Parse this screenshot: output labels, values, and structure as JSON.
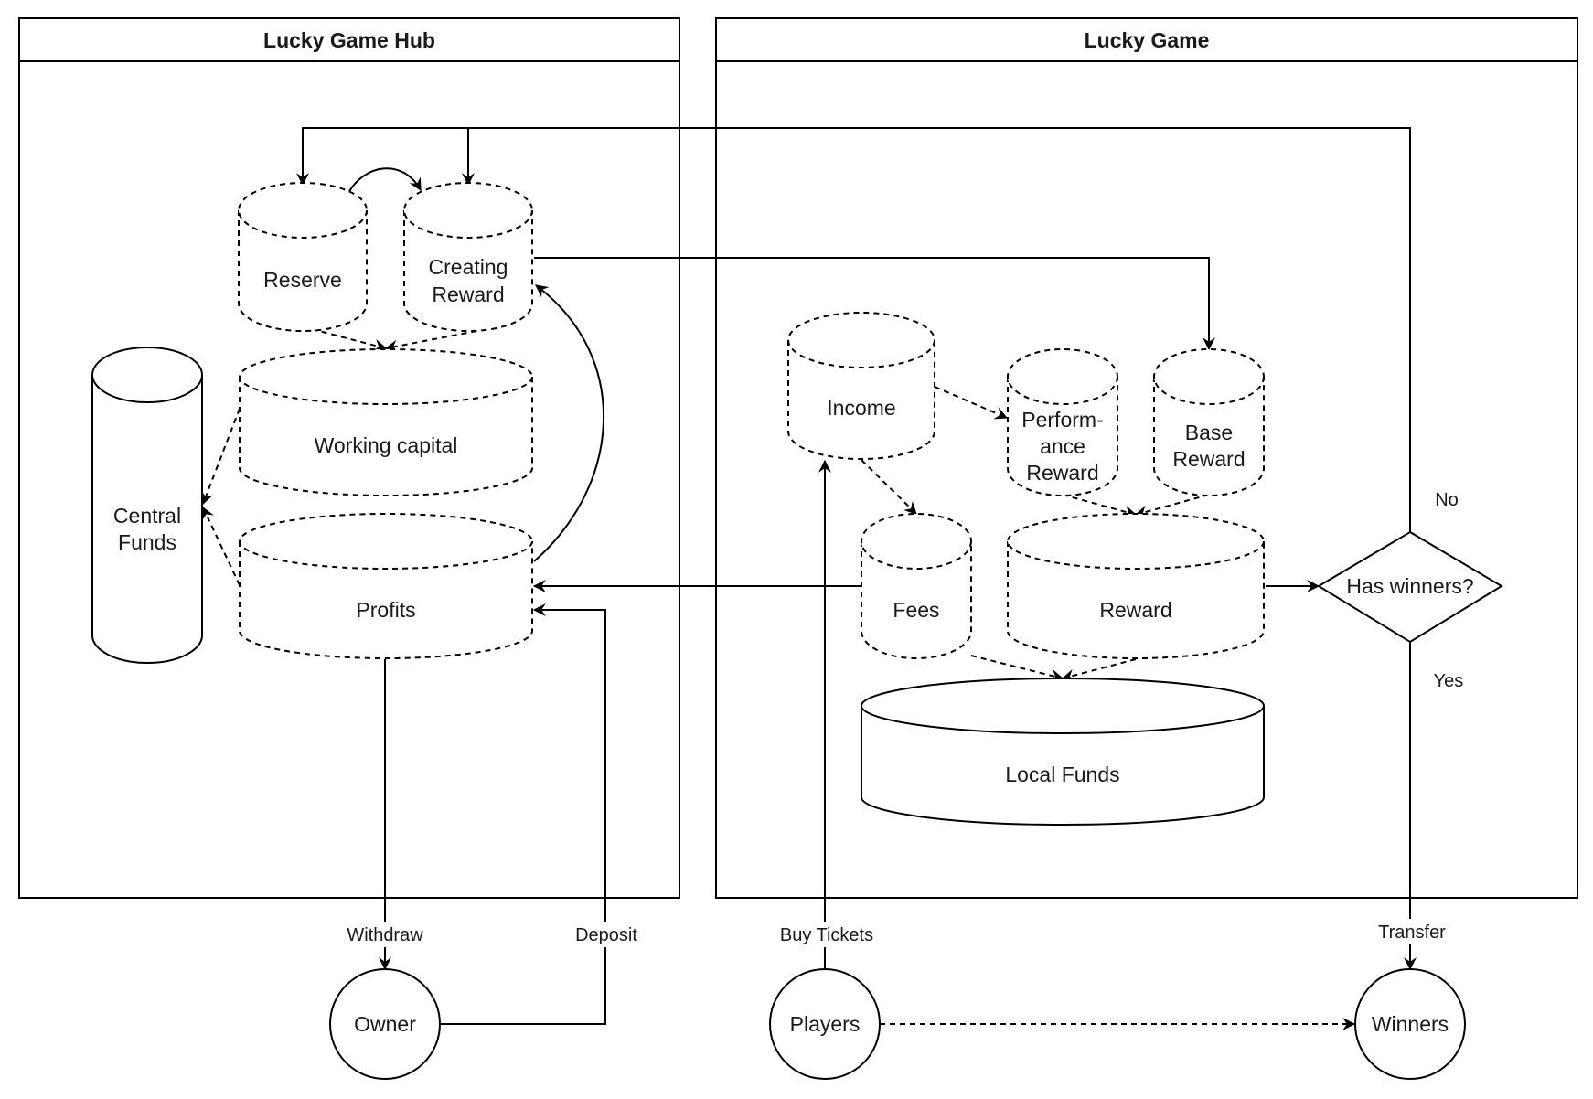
{
  "pools": {
    "hub": {
      "title": "Lucky Game Hub"
    },
    "game": {
      "title": "Lucky Game"
    }
  },
  "nodes": {
    "reserve": {
      "label": "Reserve"
    },
    "creating_reward": {
      "label": [
        "Creating",
        "Reward"
      ]
    },
    "working_capital": {
      "label": "Working capital"
    },
    "central_funds": {
      "label": [
        "Central",
        "Funds"
      ]
    },
    "profits": {
      "label": "Profits"
    },
    "income": {
      "label": "Income"
    },
    "performance_reward": {
      "label": [
        "Perform-",
        "ance",
        "Reward"
      ]
    },
    "base_reward": {
      "label": [
        "Base",
        "Reward"
      ]
    },
    "fees": {
      "label": "Fees"
    },
    "reward": {
      "label": "Reward"
    },
    "local_funds": {
      "label": "Local Funds"
    },
    "has_winners": {
      "label": "Has winners?"
    },
    "owner": {
      "label": "Owner"
    },
    "players": {
      "label": "Players"
    },
    "winners": {
      "label": "Winners"
    }
  },
  "edge_labels": {
    "withdraw": "Withdraw",
    "deposit": "Deposit",
    "buy_tickets": "Buy Tickets",
    "transfer": "Transfer",
    "no": "No",
    "yes": "Yes"
  }
}
